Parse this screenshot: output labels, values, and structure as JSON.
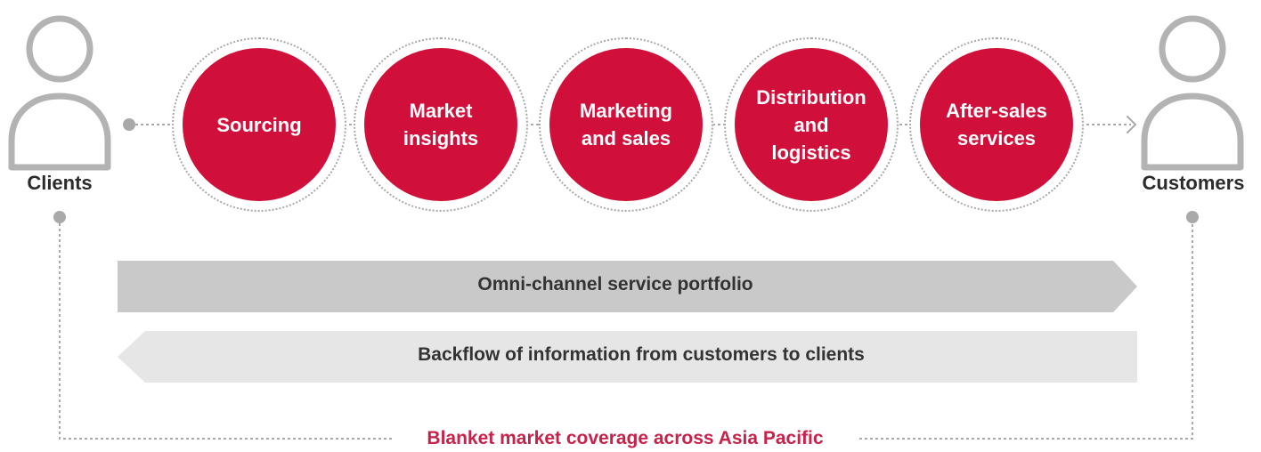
{
  "actors": {
    "left": {
      "label": "Clients",
      "icon": "person-icon"
    },
    "right": {
      "label": "Customers",
      "icon": "person-icon"
    }
  },
  "steps": [
    {
      "label": "Sourcing"
    },
    {
      "label": "Market\ninsights"
    },
    {
      "label": "Marketing\nand sales"
    },
    {
      "label": "Distribution\nand\nlogistics"
    },
    {
      "label": "After-sales\nservices"
    }
  ],
  "flows": {
    "forward": {
      "label": "Omni-channel service portfolio",
      "direction": "right"
    },
    "backward": {
      "label": "Backflow of information from customers to clients",
      "direction": "left"
    }
  },
  "coverage": {
    "label": "Blanket market coverage across Asia Pacific"
  },
  "colors": {
    "accent": "#d0103a",
    "coverage_text": "#c8214a",
    "forward_arrow": "#c9c9c9",
    "backward_arrow": "#e6e6e6",
    "icon_stroke": "#b3b3b3",
    "dots": "#a9a9a9"
  }
}
